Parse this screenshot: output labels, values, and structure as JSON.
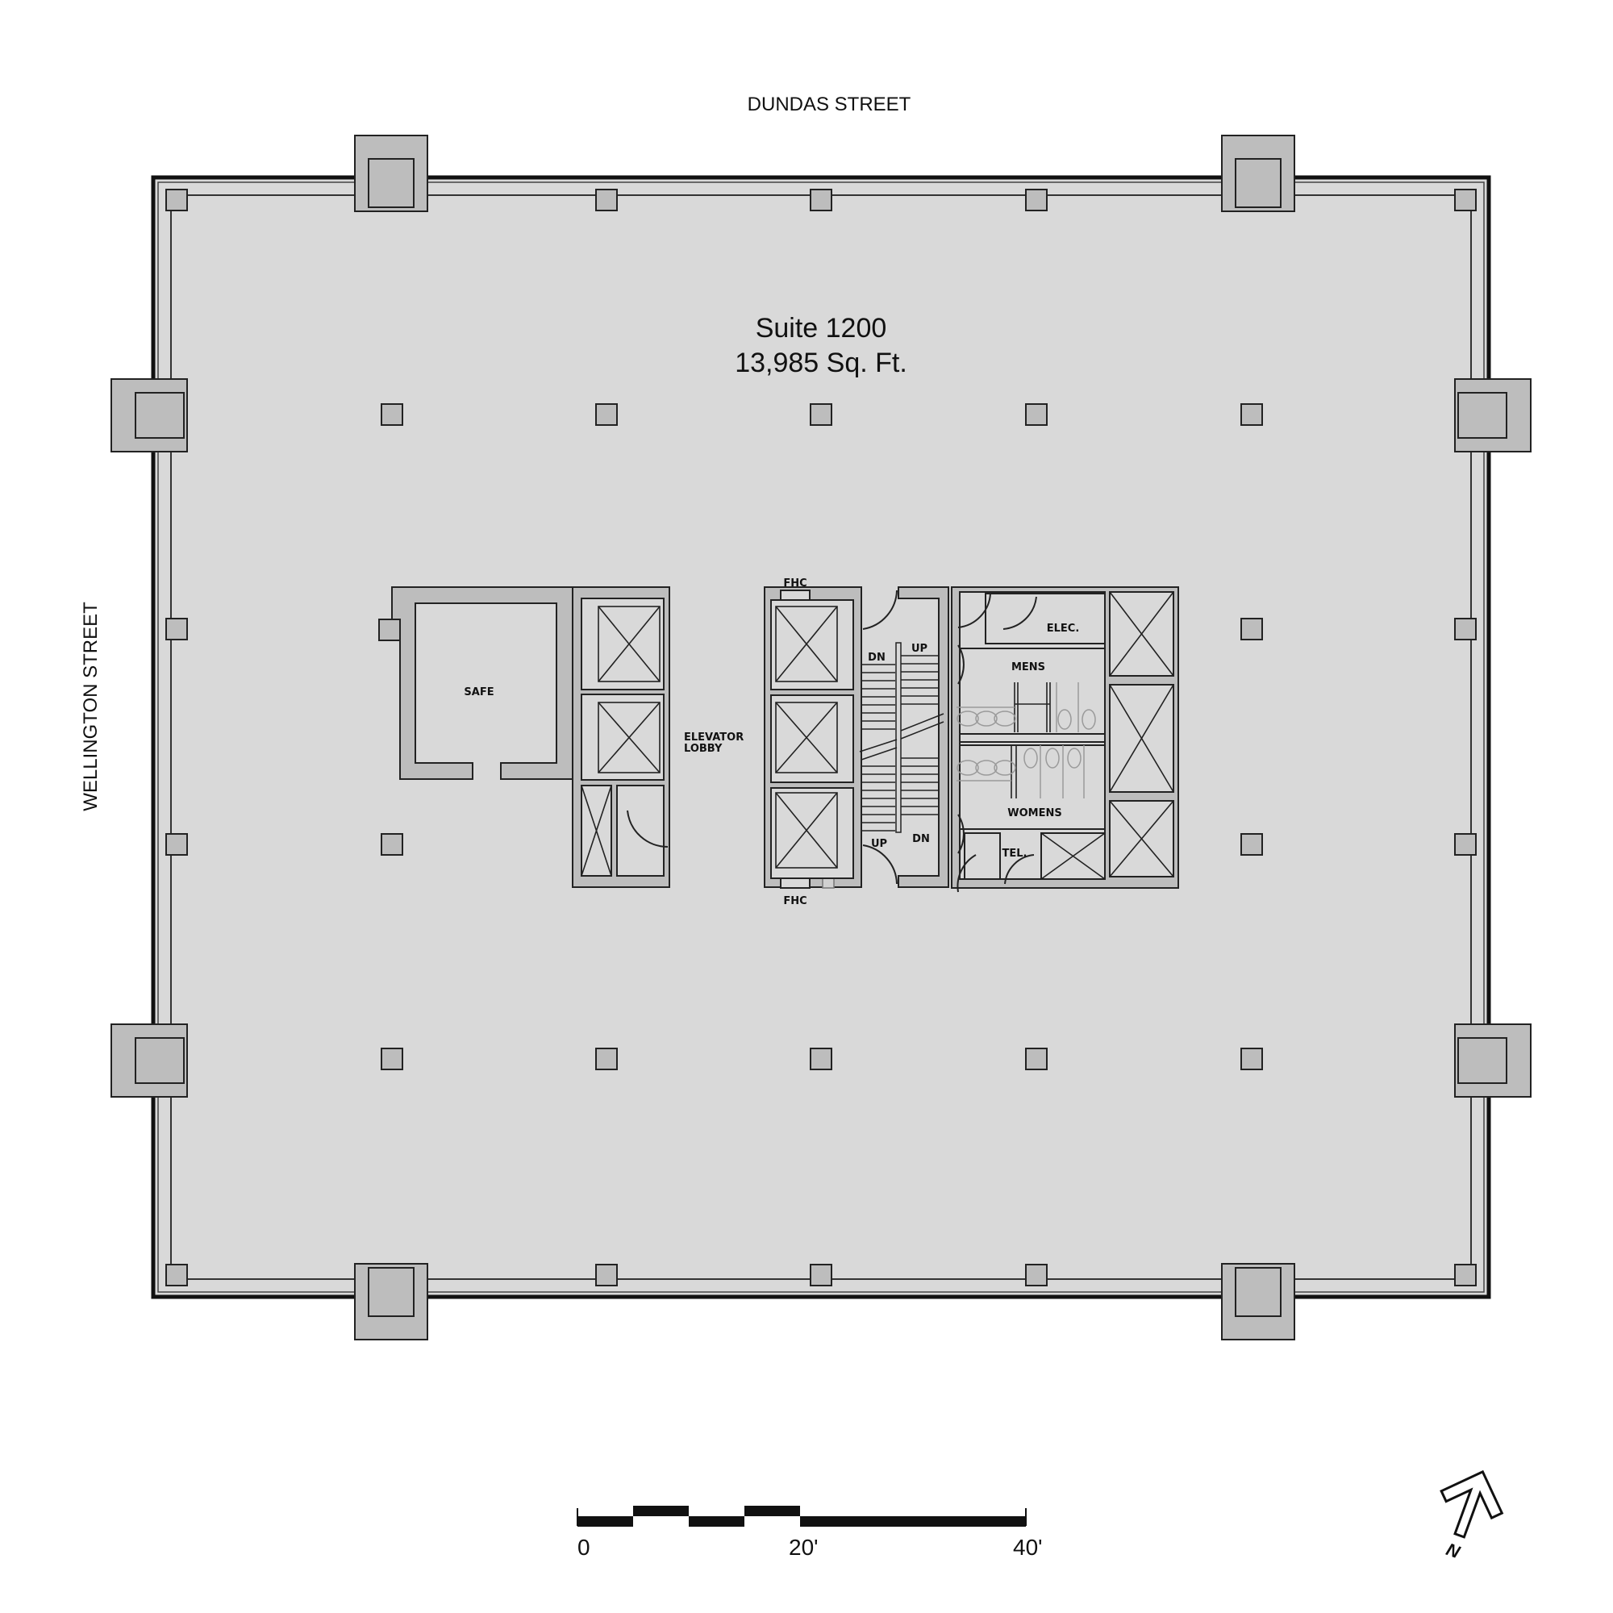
{
  "plan": {
    "suite_name": "Suite 1200",
    "suite_area": "13,985 Sq. Ft.",
    "streets": {
      "north": "DUNDAS STREET",
      "west": "WELLINGTON STREET"
    },
    "rooms": {
      "safe": "SAFE",
      "elevator_lobby_line1": "ELEVATOR",
      "elevator_lobby_line2": "LOBBY",
      "fhc_top": "FHC",
      "fhc_bottom": "FHC",
      "elec": "ELEC.",
      "mens": "MENS",
      "womens": "WOMENS",
      "tel": "TEL."
    },
    "stairs": {
      "left_top": "DN",
      "right_top": "UP",
      "left_bottom": "UP",
      "right_bottom": "DN"
    },
    "scale_bar": {
      "tick_0": "0",
      "tick_20": "20'",
      "tick_40": "40'"
    },
    "north_arrow": {
      "label": "N",
      "icon": "north-arrow-icon"
    },
    "colors": {
      "floor": "#d9d9d9",
      "structure": "#bdbdbd",
      "line": "#222222"
    }
  }
}
